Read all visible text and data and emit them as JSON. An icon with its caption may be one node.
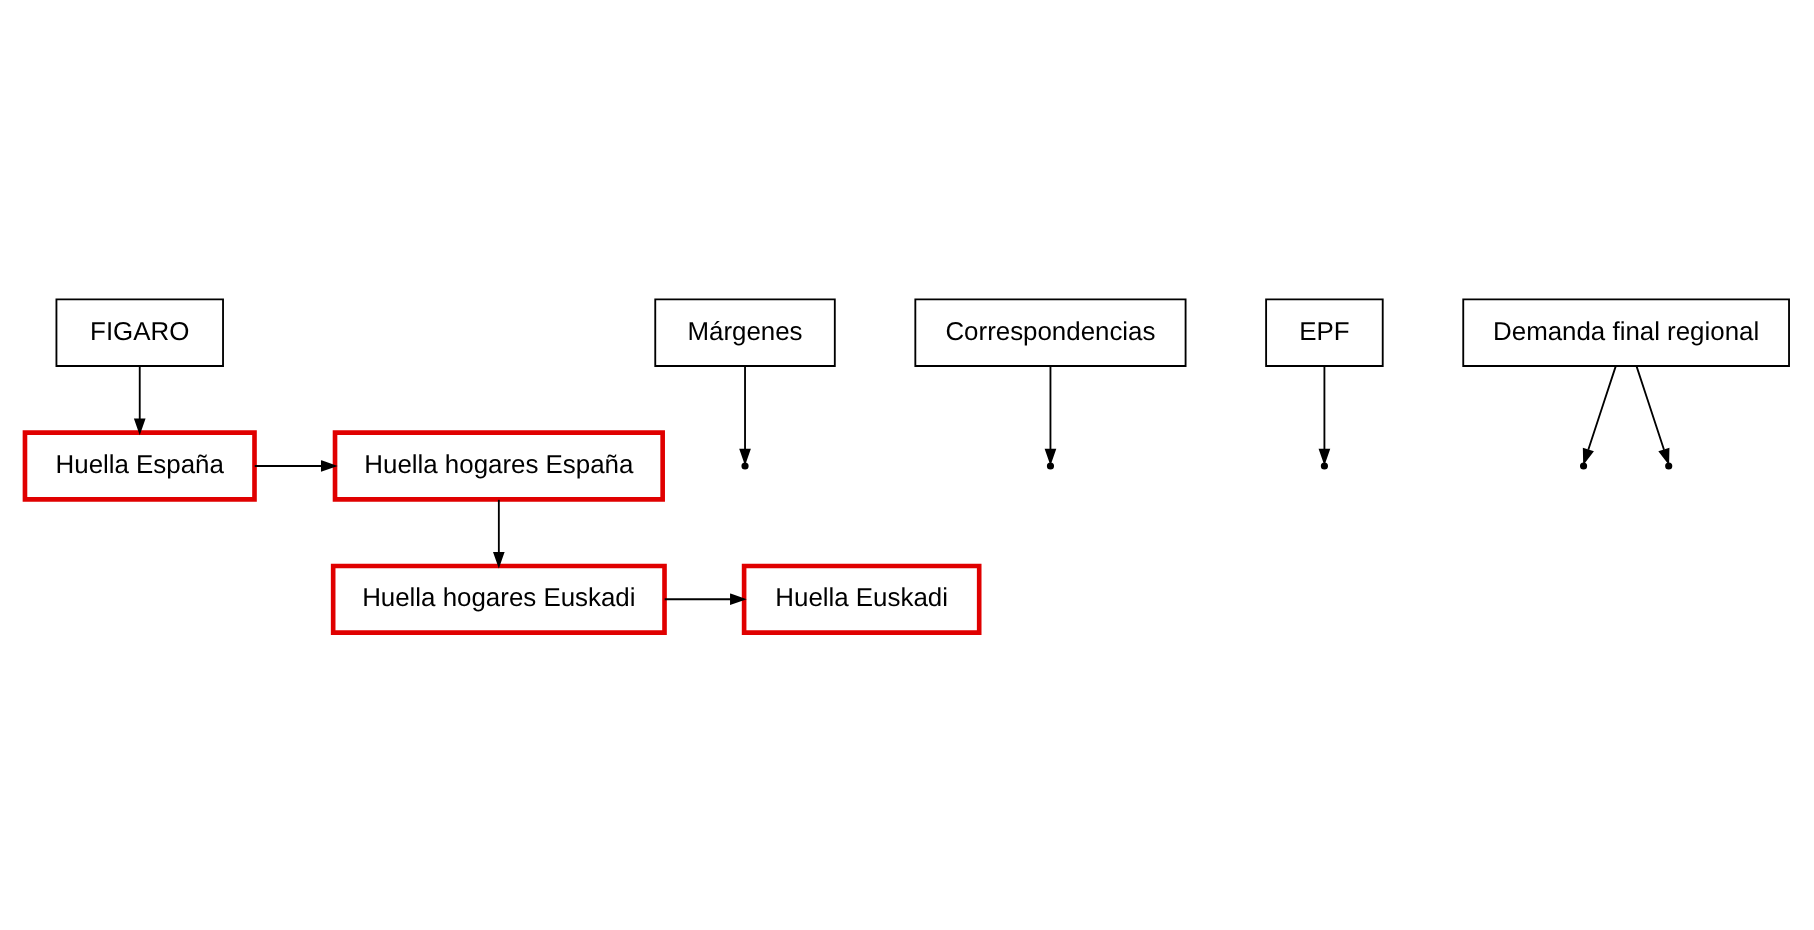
{
  "diagram": {
    "nodes": [
      {
        "text": [
          "FIGARO"
        ]
      },
      {
        "text": [
          "Huella España"
        ]
      },
      {
        "text": [
          "Márgenes"
        ]
      },
      {
        "text": [
          "Huella hogares España"
        ]
      },
      {
        "text": [
          "Correspondencias"
        ]
      },
      {
        "text": [
          "EPF"
        ]
      },
      {
        "text": [
          "Demanda final regional"
        ]
      },
      {
        "text": [
          "Huella Euskadi"
        ]
      },
      {
        "text": [
          "Huella hogares Euskadi"
        ]
      }
    ],
    "edges": [
      {
        "from": 0,
        "to": 1,
        "arrow": "to"
      },
      {
        "from": 1,
        "to": 3,
        "arrow": "to"
      },
      {
        "from": 2,
        "to": null,
        "arrow": "to"
      },
      {
        "from": 4,
        "to": null,
        "arrow": "to"
      },
      {
        "from": 3,
        "to": 8,
        "arrow": "to"
      },
      {
        "from": 5,
        "to": null,
        "arrow": "to"
      },
      {
        "from": 6,
        "to": null,
        "arrow": "to"
      },
      {
        "from": 6,
        "to": null,
        "arrow": "to"
      },
      {
        "from": 8,
        "to": 7,
        "arrow": "to"
      }
    ]
  }
}
